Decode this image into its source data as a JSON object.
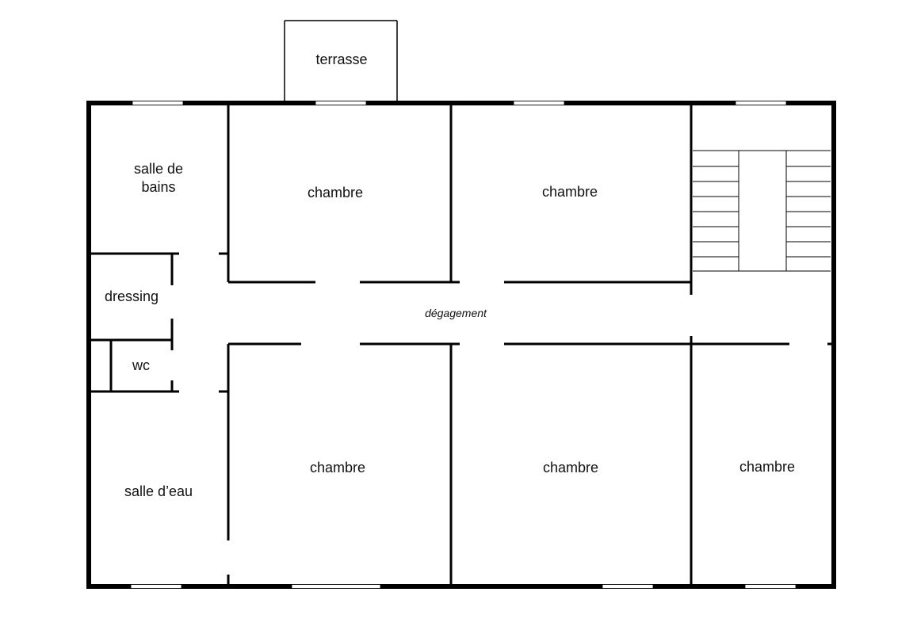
{
  "plan": {
    "colors": {
      "wall": "#000000",
      "window": "#ffffff",
      "background": "#ffffff",
      "text": "#111111"
    },
    "rooms": {
      "terrasse": "terrasse",
      "salle_de_bains_line1": "salle de",
      "salle_de_bains_line2": "bains",
      "chambre_top_1": "chambre",
      "chambre_top_2": "chambre",
      "dressing": "dressing",
      "degagement": "dégagement",
      "wc": "wc",
      "salle_deau": "salle d’eau",
      "chambre_bottom_1": "chambre",
      "chambre_bottom_2": "chambre",
      "chambre_bottom_3": "chambre"
    }
  }
}
